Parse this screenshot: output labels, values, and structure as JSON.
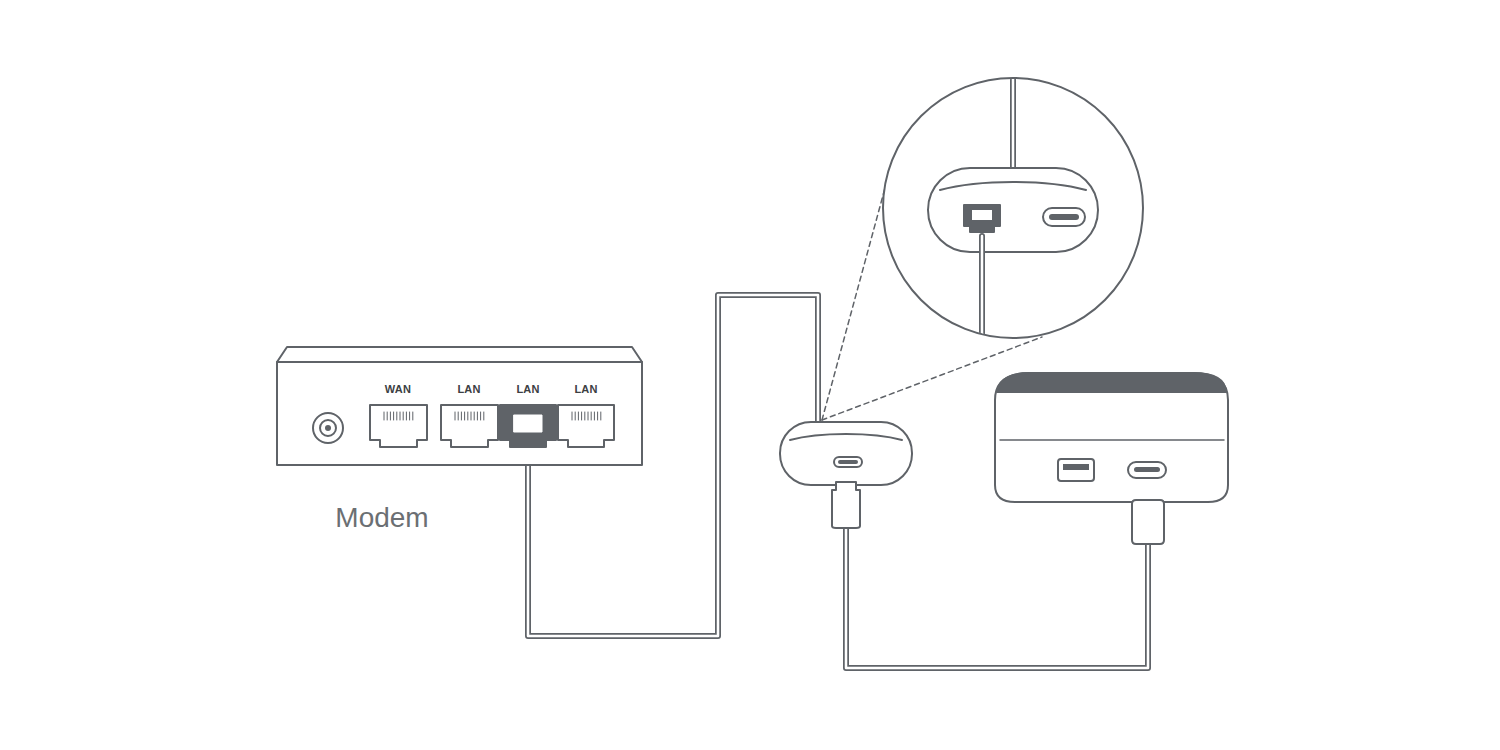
{
  "diagram": {
    "nodes": [
      {
        "text": [
          "WAN",
          "LAN",
          "LAN",
          "LAN",
          "Modem"
        ]
      }
    ]
  }
}
